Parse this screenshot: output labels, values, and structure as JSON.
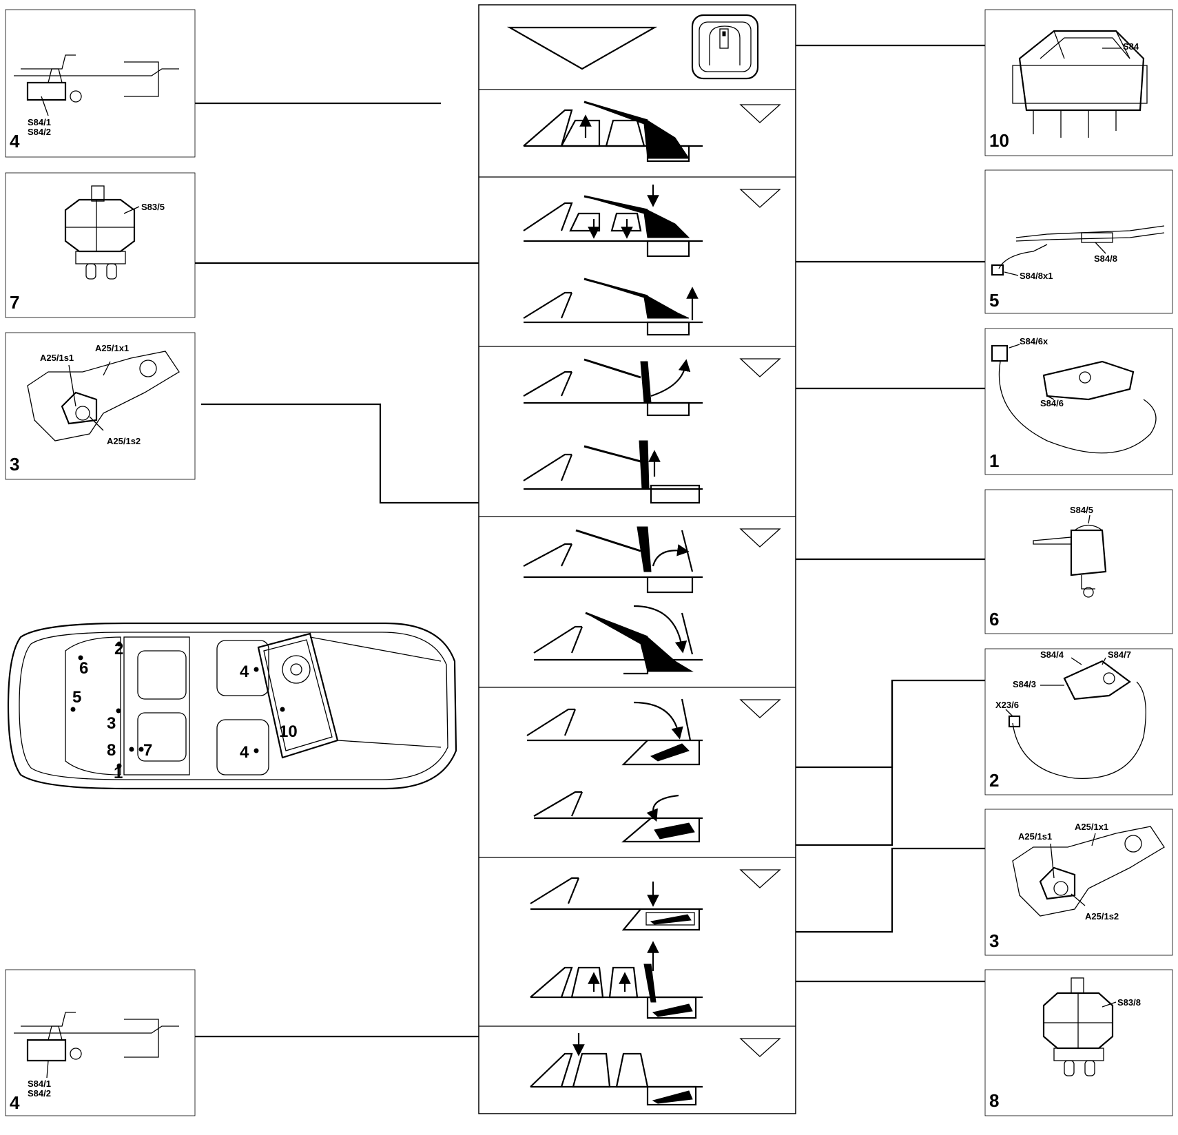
{
  "left_panels": [
    {
      "number": "4",
      "labels": [
        "S84/1",
        "S84/2"
      ]
    },
    {
      "number": "7",
      "labels": [
        "S83/5"
      ]
    },
    {
      "number": "3",
      "labels": [
        "A25/1s1",
        "A25/1x1",
        "A25/1s2"
      ]
    },
    {
      "number": "4",
      "labels": [
        "S84/1",
        "S84/2"
      ]
    }
  ],
  "right_panels": [
    {
      "number": "10",
      "labels": [
        "S84"
      ]
    },
    {
      "number": "5",
      "labels": [
        "S84/8",
        "S84/8x1"
      ]
    },
    {
      "number": "1",
      "labels": [
        "S84/6x",
        "S84/6"
      ]
    },
    {
      "number": "6",
      "labels": [
        "S84/5"
      ]
    },
    {
      "number": "2",
      "labels": [
        "S84/4",
        "S84/7",
        "S84/3",
        "X23/6"
      ]
    },
    {
      "number": "3",
      "labels": [
        "A25/1s1",
        "A25/1x1",
        "A25/1s2"
      ]
    },
    {
      "number": "8",
      "labels": [
        "S83/8"
      ]
    }
  ],
  "car_markers": [
    "2",
    "6",
    "5",
    "3",
    "8",
    "7",
    "1",
    "4",
    "4",
    "10"
  ]
}
